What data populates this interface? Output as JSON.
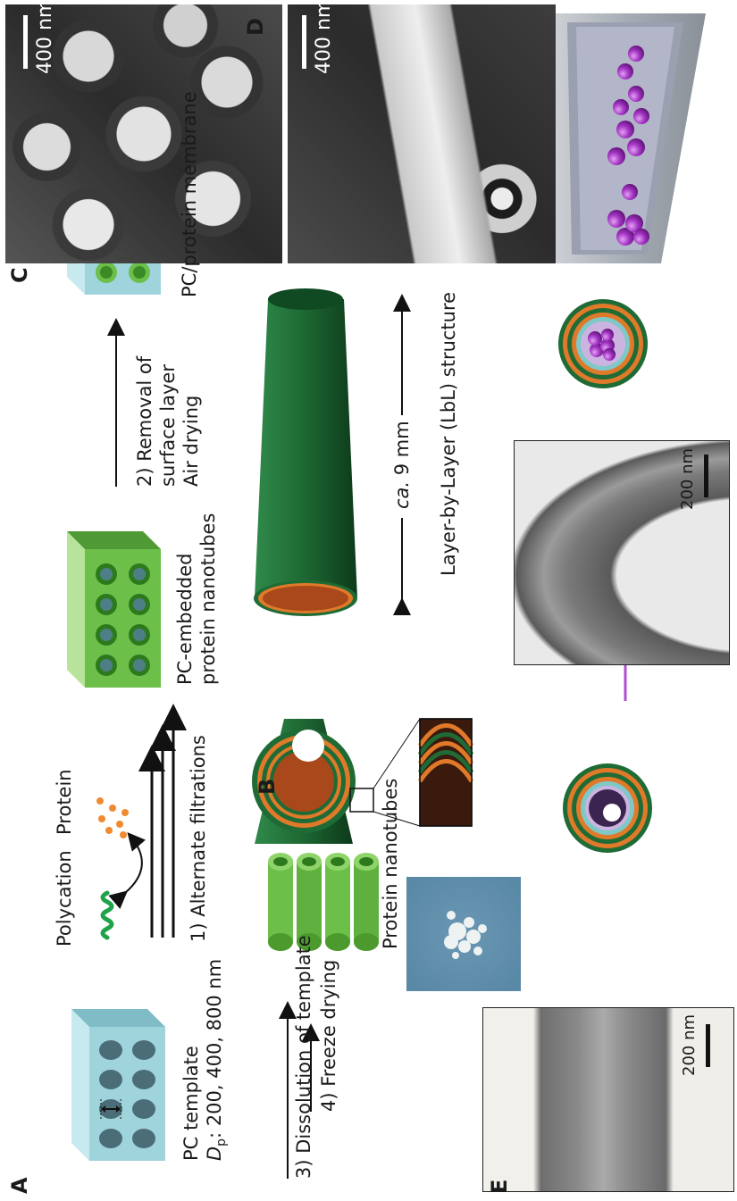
{
  "panels": {
    "A": "A",
    "B": "B",
    "C": "C",
    "D": "D",
    "E": "E"
  },
  "panel_a": {
    "pc_template": "PC template",
    "dp_symbol": "D",
    "dp_sub": "p",
    "dp_values": ": 200, 400, 800 nm",
    "polycation": "Polycation",
    "protein": "Protein",
    "step1": "1) Alternate filtrations",
    "pc_embedded_line1": "PC-embedded",
    "pc_embedded_line2": "protein nanotubes",
    "step2_line1": "2) Removal of",
    "step2_line2": "surface layer",
    "step2_line3": "Air drying",
    "pc_protein_membrane": "PC/protein membrane",
    "step3": "3) Dissolution of template",
    "step4": "4) Freeze drying",
    "protein_nanotubes": "Protein nanotubes"
  },
  "panel_b": {
    "length_prefix": "ca.",
    "length_value": " 9 mm",
    "lbl_structure": "Layer-by-Layer (LbL) structure"
  },
  "panel_c": {
    "scale_label": "400 nm"
  },
  "panel_d": {
    "scale_label": "400 nm"
  },
  "panel_e": {
    "scale_left": "200 nm",
    "scale_right": "200 nm"
  },
  "colors": {
    "template_blue": "#9fd4dc",
    "nanotube_green": "#6cc04a",
    "tube_dark_green": "#1f6b35",
    "tube_orange": "#c4652a",
    "layer_orange": "#e07a2a",
    "particle_purple": "#a335c4",
    "arrow_purple": "#b04fd0"
  }
}
